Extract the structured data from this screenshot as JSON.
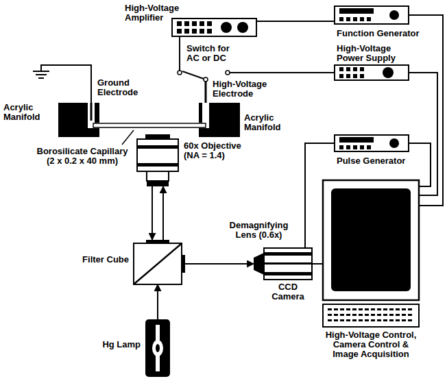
{
  "diagram": {
    "nodes": [
      {
        "text": [
          "High-Voltage Amplifier"
        ]
      },
      {
        "text": [
          "Function Generator"
        ]
      },
      {
        "text": [
          "High-Voltage Power Supply"
        ]
      },
      {
        "text": [
          "Pulse Generator"
        ]
      },
      {
        "text": [
          "Acrylic Manifold"
        ]
      },
      {
        "text": [
          "Acrylic Manifold"
        ]
      },
      {
        "text": [
          "60x Objective (NA = 1.4)"
        ]
      },
      {
        "text": [
          "Filter Cube"
        ]
      },
      {
        "text": [
          "Hg Lamp"
        ]
      },
      {
        "text": [
          "CCD Camera"
        ]
      },
      {
        "text": [
          "High-Voltage Control, Camera Control & Image Acquisition"
        ]
      }
    ],
    "edges": [
      {
        "from": 0,
        "to": 1,
        "arrow": "none"
      },
      {
        "from": 1,
        "to": 10,
        "arrow": "none"
      },
      {
        "from": 2,
        "to": 10,
        "arrow": "none"
      },
      {
        "from": 3,
        "to": 10,
        "arrow": "none"
      },
      {
        "from": 3,
        "to": 9,
        "arrow": "none"
      },
      {
        "from": 9,
        "to": 10,
        "arrow": "none"
      },
      {
        "from": 6,
        "to": 7,
        "arrow": "to"
      },
      {
        "from": 7,
        "to": 6,
        "arrow": "to"
      },
      {
        "from": 7,
        "to": 9,
        "arrow": "to"
      },
      {
        "from": 8,
        "to": 7,
        "arrow": "to"
      }
    ],
    "labels": [
      "Switch for AC or DC",
      "Ground Electrode",
      "High-Voltage Electrode",
      "Borosilicate Capillary (2 x 0.2 x 40 mm)",
      "Demagnifying Lens (0.6x)"
    ]
  }
}
